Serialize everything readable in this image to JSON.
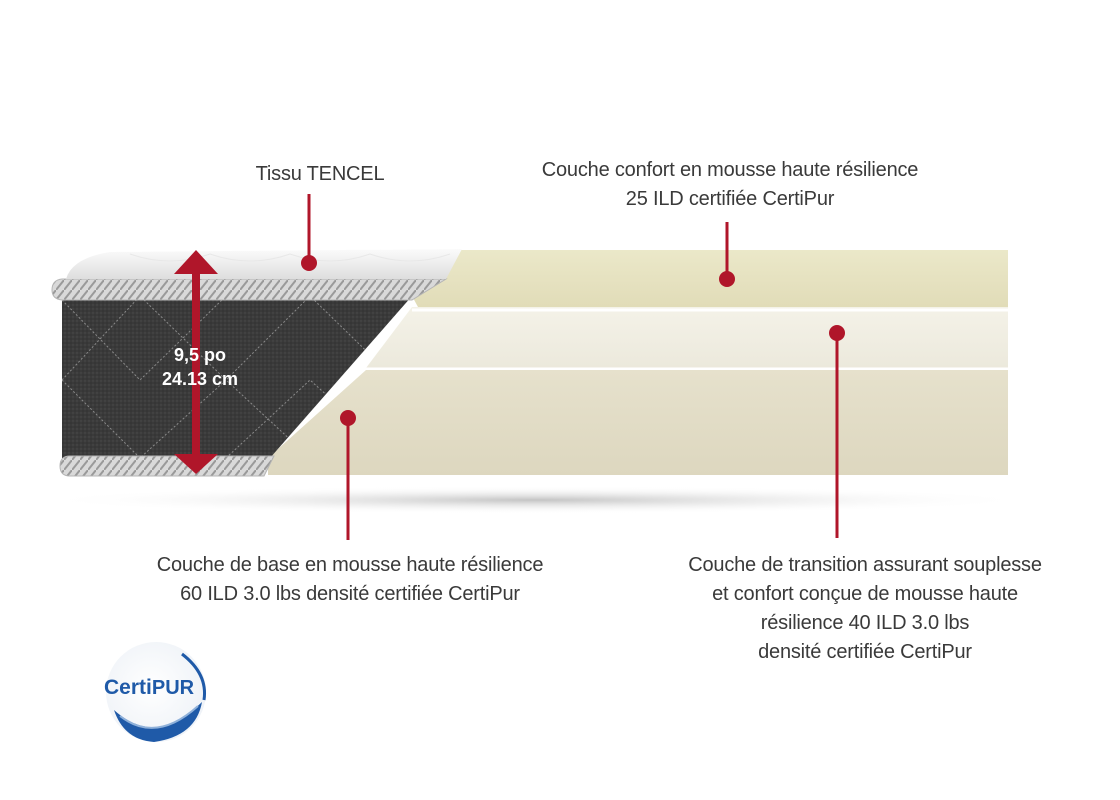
{
  "labels": {
    "tencel": "Tissu TENCEL",
    "confort": [
      "Couche confort en mousse haute résilience",
      "25 ILD certifiée CertiPur"
    ],
    "base": [
      "Couche de base en mousse haute résilience",
      "60 ILD 3.0 lbs densité certifiée CertiPur"
    ],
    "transition": [
      "Couche de transition assurant souplesse",
      "et confort conçue de mousse haute",
      "résilience 40 ILD 3.0 lbs",
      "densité certifiée CertiPur"
    ]
  },
  "dimension": {
    "inches": "9,5 po",
    "cm": "24.13 cm"
  },
  "logo": {
    "text_left": "Certi",
    "text_right": "PUR"
  },
  "colors": {
    "pointer": "#b0162a",
    "layer_top": "#e7e3c2",
    "layer_middle": "#f1efe4",
    "layer_bottom": "#e2dcc6",
    "fabric": "#3b3b3b",
    "logo_blue": "#1f5aa8"
  }
}
